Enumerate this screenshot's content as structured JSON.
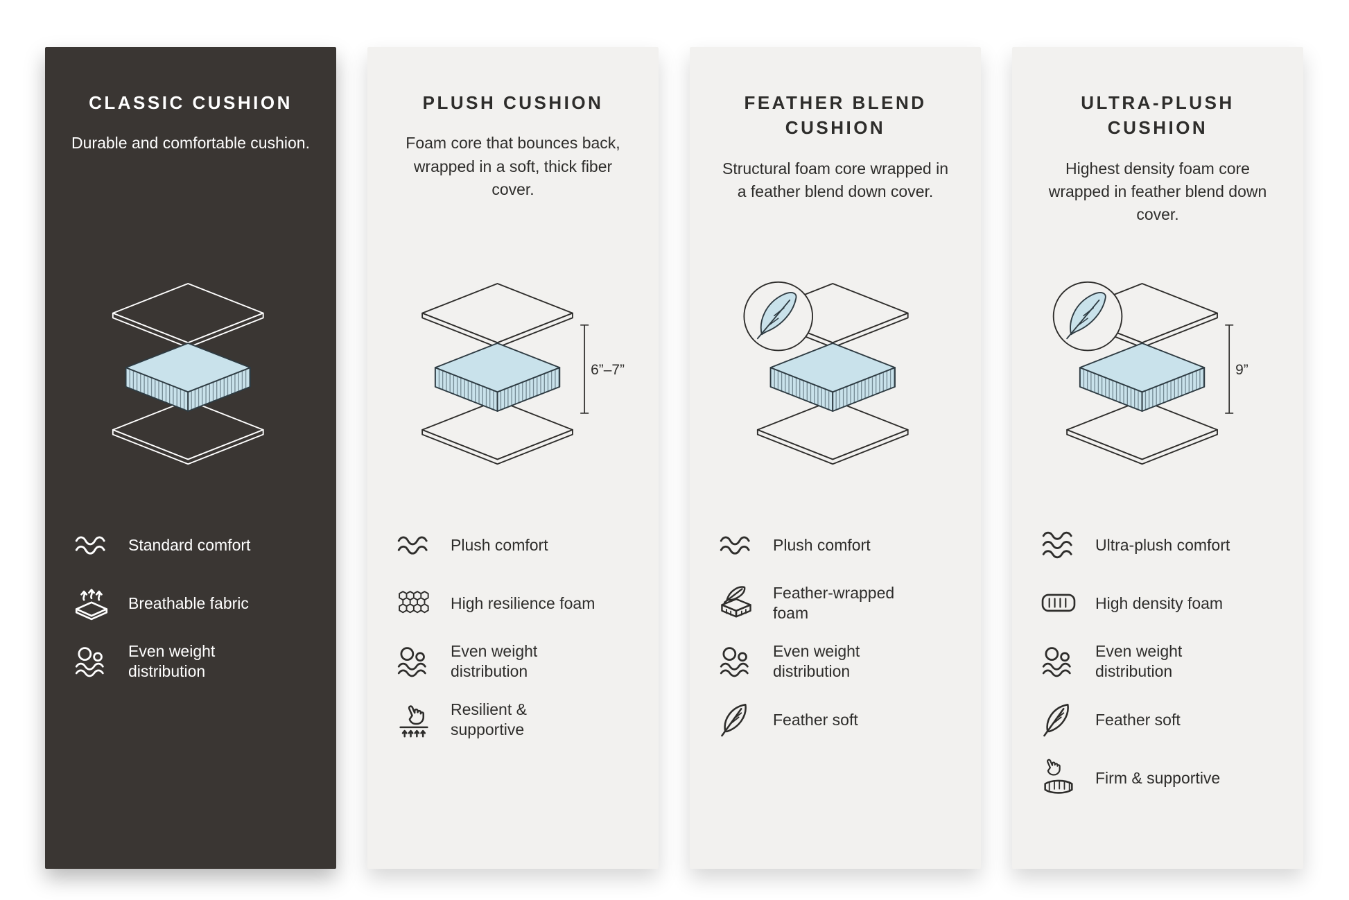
{
  "page": {
    "background": "#ffffff",
    "light_card_color": "#f2f1ef",
    "dark_card_color": "#3a3633",
    "foam_color": "#c9e2eb",
    "line_color": "#2e2d2b"
  },
  "cards": [
    {
      "title": "CLASSIC CUSHION",
      "description": "Durable and comfortable cushion.",
      "theme": "dark",
      "features": [
        {
          "icon": "comfort-waves-icon",
          "label": "Standard comfort"
        },
        {
          "icon": "breathable-fabric-icon",
          "label": "Breathable fabric"
        },
        {
          "icon": "even-weight-distribution-icon",
          "label": "Even weight distribution"
        }
      ]
    },
    {
      "title": "PLUSH CUSHION",
      "description": "Foam core that bounces back, wrapped in a soft, thick fiber cover.",
      "theme": "light",
      "measurement": "6”–7”",
      "features": [
        {
          "icon": "comfort-waves-icon",
          "label": "Plush comfort"
        },
        {
          "icon": "high-resilience-foam-icon",
          "label": "High resilience foam"
        },
        {
          "icon": "even-weight-distribution-icon",
          "label": "Even weight distribution"
        },
        {
          "icon": "press-hand-icon",
          "label": "Resilient & supportive"
        }
      ]
    },
    {
      "title": "FEATHER BLEND CUSHION",
      "description": "Structural foam core wrapped in a feather blend down cover.",
      "theme": "light",
      "features": [
        {
          "icon": "comfort-waves-icon",
          "label": "Plush comfort"
        },
        {
          "icon": "feather-wrapped-foam-icon",
          "label": "Feather-wrapped foam"
        },
        {
          "icon": "even-weight-distribution-icon",
          "label": "Even weight distribution"
        },
        {
          "icon": "feather-icon",
          "label": "Feather soft"
        }
      ]
    },
    {
      "title": "ULTRA-PLUSH CUSHION",
      "description": "Highest density foam core wrapped in feather blend down cover.",
      "theme": "light",
      "measurement": "9”",
      "features": [
        {
          "icon": "comfort-waves-3-icon",
          "label": "Ultra-plush comfort"
        },
        {
          "icon": "high-density-foam-icon",
          "label": "High density foam"
        },
        {
          "icon": "even-weight-distribution-icon",
          "label": "Even weight distribution"
        },
        {
          "icon": "feather-icon",
          "label": "Feather soft"
        },
        {
          "icon": "firm-hand-icon",
          "label": "Firm & supportive"
        }
      ]
    }
  ]
}
